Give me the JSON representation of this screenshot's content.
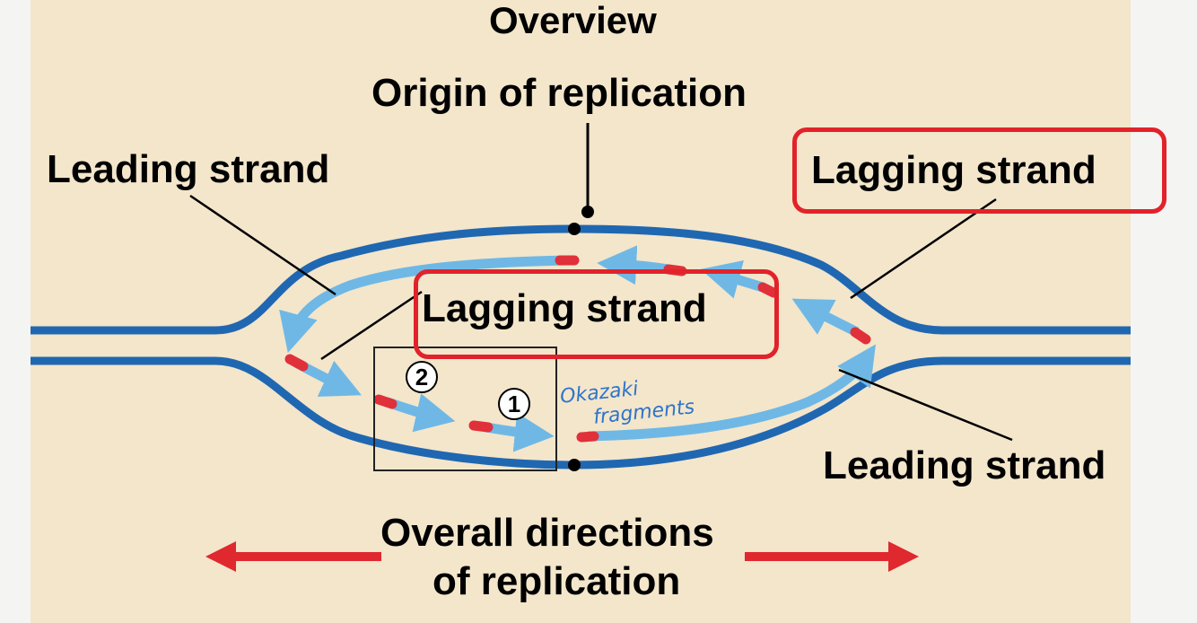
{
  "title": "Overview",
  "labels": {
    "origin": "Origin of replication",
    "leading_left": "Leading strand",
    "lagging_right": "Lagging strand",
    "lagging_center": "Lagging strand",
    "leading_right": "Leading strand",
    "directions_line1": "Overall directions",
    "directions_line2": "of replication"
  },
  "annotations": {
    "okazaki_line1": "Okazaki",
    "okazaki_line2": "fragments",
    "marker_1": "1",
    "marker_2": "2"
  },
  "colors": {
    "background": "#f3e6cb",
    "parental_strand": "#2067b2",
    "new_strand": "#6fb8e6",
    "primer": "#e0303a",
    "direction_arrow": "#e0282f",
    "highlight_box": "#e2222a"
  }
}
